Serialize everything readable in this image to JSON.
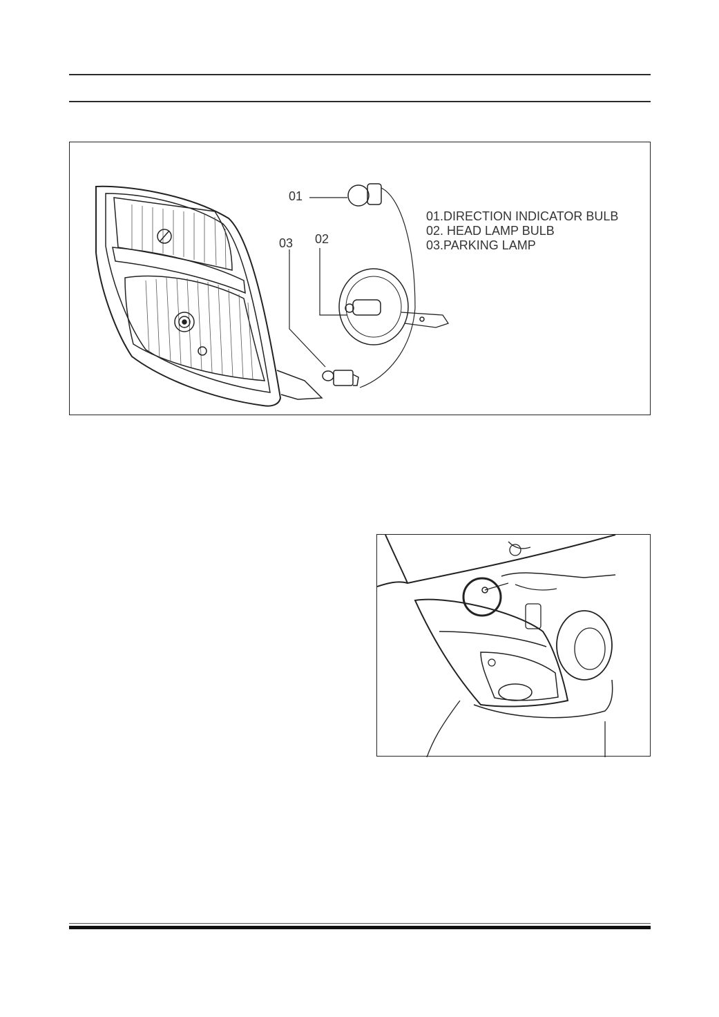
{
  "figure1": {
    "callouts": {
      "c01": "01",
      "c02": "02",
      "c03": "03"
    },
    "legend": [
      "01.DIRECTION INDICATOR BULB",
      "02. HEAD LAMP BULB",
      "03.PARKING LAMP"
    ]
  }
}
